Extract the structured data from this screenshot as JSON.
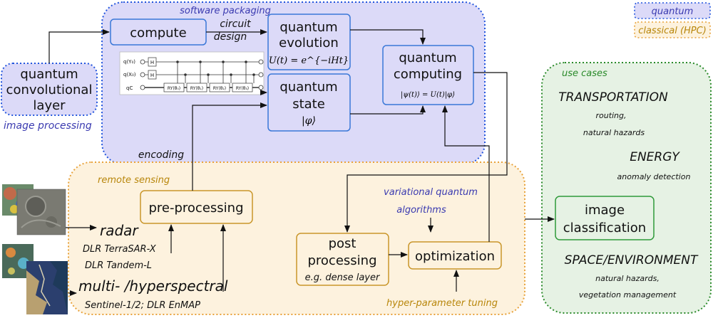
{
  "legend": {
    "quantum": "quantum",
    "classical": "classical (HPC)"
  },
  "regions": {
    "software_packaging": "software packaging",
    "remote_sensing": "remote sensing",
    "use_cases": "use cases"
  },
  "boxes": {
    "compute": "compute",
    "qconv_line1": "quantum",
    "qconv_line2": "convolutional",
    "qconv_line3": "layer",
    "qevo_line1": "quantum",
    "qevo_line2": "evolution",
    "qevo_formula": "U(t) = e^{−iHt}",
    "qstate_line1": "quantum",
    "qstate_line2": "state",
    "qstate_formula": "|φ⟩",
    "qcomp_line1": "quantum",
    "qcomp_line2": "computing",
    "qcomp_formula": "|ψ(t)⟩ = U(t)|φ⟩",
    "preproc": "pre-processing",
    "post_line1": "post",
    "post_line2": "processing",
    "post_line3": "e.g. dense layer",
    "optimization": "optimization",
    "img_line1": "image",
    "img_line2": "classification"
  },
  "labels": {
    "circuit": "circuit",
    "design": "design",
    "image_processing": "image processing",
    "encoding": "encoding",
    "radar": "radar",
    "dlr_terrasar": "DLR TerraSAR-X",
    "dlr_tandem": "DLR Tandem-L",
    "multi_hyper": "multi- /hyperspectral",
    "sentinel": "Sentinel-1/2; DLR EnMAP",
    "vq_line1": "variational quantum",
    "vq_line2": "algorithms",
    "hyperparam": "hyper-parameter tuning"
  },
  "circuit": {
    "qubit1": "q(Y₀)",
    "qubit2": "q(X₀)",
    "qubit3": "qC",
    "gate_h": "H",
    "gate_ry": [
      "RY(θ₀)",
      "RY(θ₁)",
      "RY(θ₂)",
      "RY(θ₃)"
    ]
  },
  "use_cases": {
    "transportation": "TRANSPORTATION",
    "routing": "routing,",
    "natural_hazards_1": "natural hazards",
    "energy": "ENERGY",
    "anomaly": "anomaly detection",
    "space_env": "SPACE/ENVIRONMENT",
    "natural_hazards_2": "natural hazards,",
    "vegetation": "vegetation management"
  },
  "colors": {
    "quantum_fill": "#dcdaf8",
    "quantum_border": "#2255dd",
    "classical_fill": "#fdf2de",
    "classical_border": "#e8a23a",
    "usecase_fill": "#e6f2e4",
    "usecase_border": "#2a8a2a",
    "box_border_blue": "#3a78d8",
    "box_border_gold": "#c9962a",
    "box_border_green": "#2f9a3a"
  }
}
